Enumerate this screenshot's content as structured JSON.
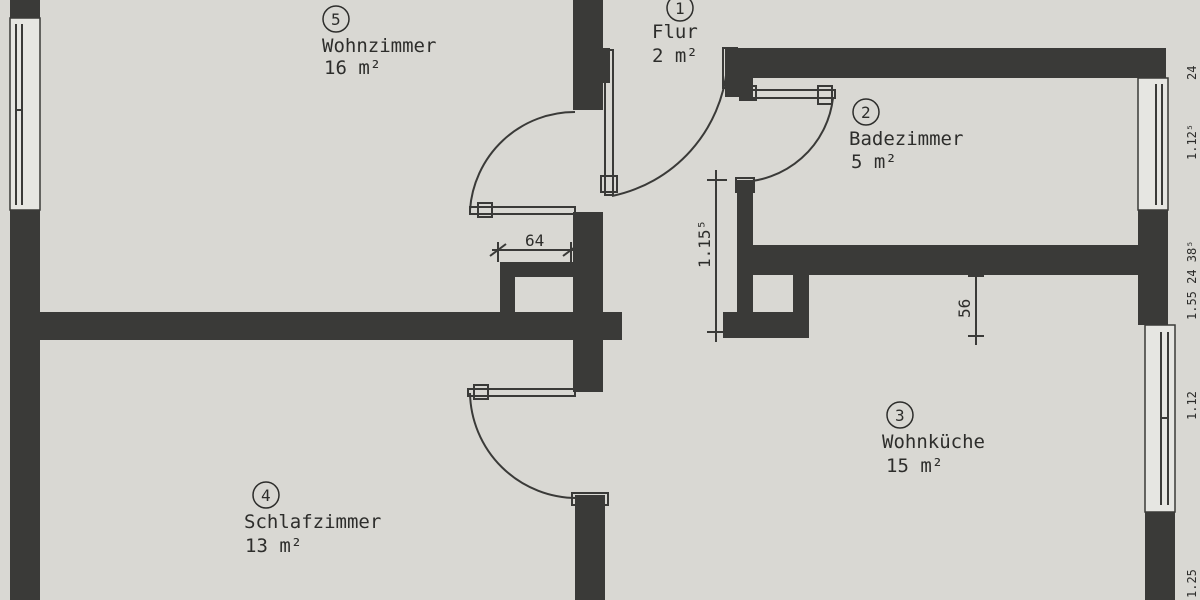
{
  "rooms": [
    {
      "number": "5",
      "name": "Wohnzimmer",
      "area": "16 m²"
    },
    {
      "number": "1",
      "name": "Flur",
      "area": "2 m²"
    },
    {
      "number": "2",
      "name": "Badezimmer",
      "area": "5 m²"
    },
    {
      "number": "3",
      "name": "Wohnküche",
      "area": "15 m²"
    },
    {
      "number": "4",
      "name": "Schlafzimmer",
      "area": "13 m²"
    }
  ],
  "dimensions": {
    "door_width": "64",
    "bath_wall_height": "1.15⁵",
    "wall_thickness": "56"
  },
  "edge_marks": [
    "24",
    "1.12⁵",
    "1.55 24 38⁵",
    "1.12",
    "1.25"
  ]
}
